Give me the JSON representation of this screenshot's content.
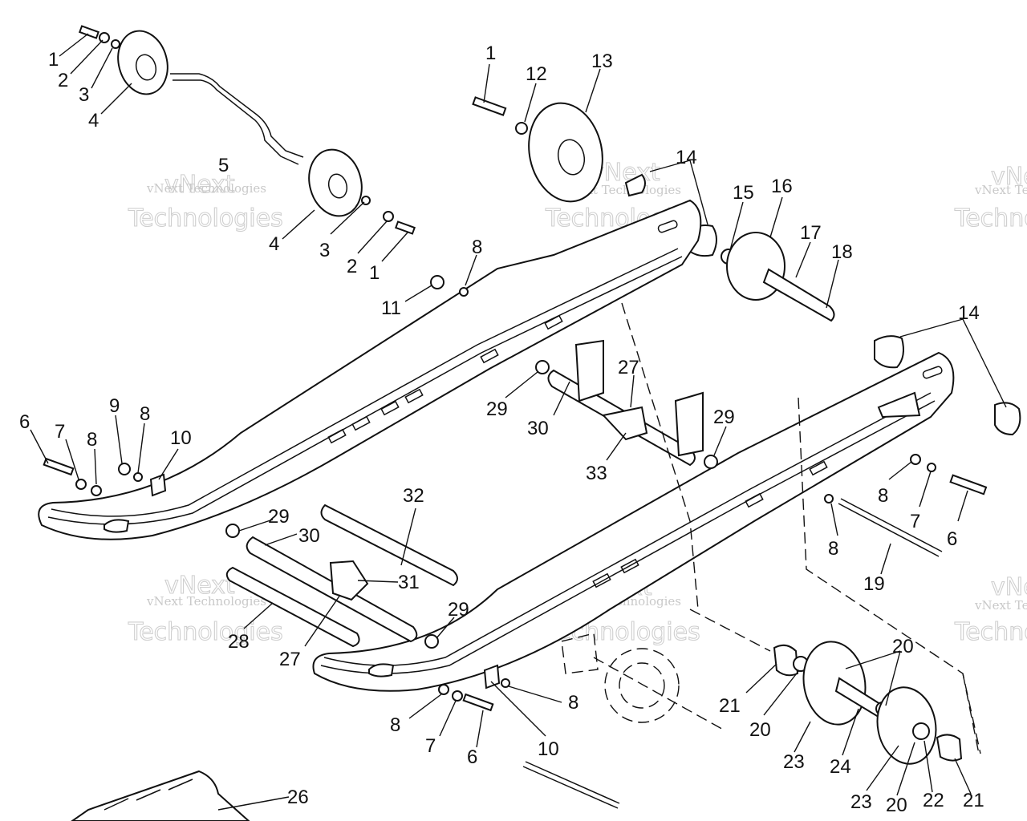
{
  "watermark": {
    "small": "vNext Technologies",
    "big_top": "vNext",
    "big_bottom": "Technologies"
  },
  "callouts": [
    {
      "id": "c1a",
      "text": "1"
    },
    {
      "id": "c2a",
      "text": "2"
    },
    {
      "id": "c3a",
      "text": "3"
    },
    {
      "id": "c4a",
      "text": "4"
    },
    {
      "id": "c5",
      "text": "5"
    },
    {
      "id": "c4b",
      "text": "4"
    },
    {
      "id": "c3b",
      "text": "3"
    },
    {
      "id": "c2b",
      "text": "2"
    },
    {
      "id": "c1b",
      "text": "1"
    },
    {
      "id": "c1c",
      "text": "1"
    },
    {
      "id": "c12",
      "text": "12"
    },
    {
      "id": "c13",
      "text": "13"
    },
    {
      "id": "c14a",
      "text": "14"
    },
    {
      "id": "c15",
      "text": "15"
    },
    {
      "id": "c16",
      "text": "16"
    },
    {
      "id": "c17",
      "text": "17"
    },
    {
      "id": "c18",
      "text": "18"
    },
    {
      "id": "c8a",
      "text": "8"
    },
    {
      "id": "c11",
      "text": "11"
    },
    {
      "id": "c14b",
      "text": "14"
    },
    {
      "id": "c27a",
      "text": "27"
    },
    {
      "id": "c29a",
      "text": "29"
    },
    {
      "id": "c30a",
      "text": "30"
    },
    {
      "id": "c29b",
      "text": "29"
    },
    {
      "id": "c33",
      "text": "33"
    },
    {
      "id": "c6a",
      "text": "6"
    },
    {
      "id": "c7a",
      "text": "7"
    },
    {
      "id": "c8b",
      "text": "8"
    },
    {
      "id": "c9",
      "text": "9"
    },
    {
      "id": "c8c",
      "text": "8"
    },
    {
      "id": "c10a",
      "text": "10"
    },
    {
      "id": "c32",
      "text": "32"
    },
    {
      "id": "c29c",
      "text": "29"
    },
    {
      "id": "c30b",
      "text": "30"
    },
    {
      "id": "c31",
      "text": "31"
    },
    {
      "id": "c28",
      "text": "28"
    },
    {
      "id": "c27b",
      "text": "27"
    },
    {
      "id": "c29d",
      "text": "29"
    },
    {
      "id": "c8d",
      "text": "8"
    },
    {
      "id": "c7b",
      "text": "7"
    },
    {
      "id": "c6b",
      "text": "6"
    },
    {
      "id": "c8e",
      "text": "8"
    },
    {
      "id": "c19",
      "text": "19"
    },
    {
      "id": "c20a",
      "text": "20"
    },
    {
      "id": "c21a",
      "text": "21"
    },
    {
      "id": "c20b",
      "text": "20"
    },
    {
      "id": "c23a",
      "text": "23"
    },
    {
      "id": "c24",
      "text": "24"
    },
    {
      "id": "c23b",
      "text": "23"
    },
    {
      "id": "c20c",
      "text": "20"
    },
    {
      "id": "c22",
      "text": "22"
    },
    {
      "id": "c21b",
      "text": "21"
    },
    {
      "id": "c8f",
      "text": "8"
    },
    {
      "id": "c8g",
      "text": "8"
    },
    {
      "id": "c7c",
      "text": "7"
    },
    {
      "id": "c6c",
      "text": "6"
    },
    {
      "id": "c10b",
      "text": "10"
    },
    {
      "id": "c26",
      "text": "26"
    }
  ]
}
